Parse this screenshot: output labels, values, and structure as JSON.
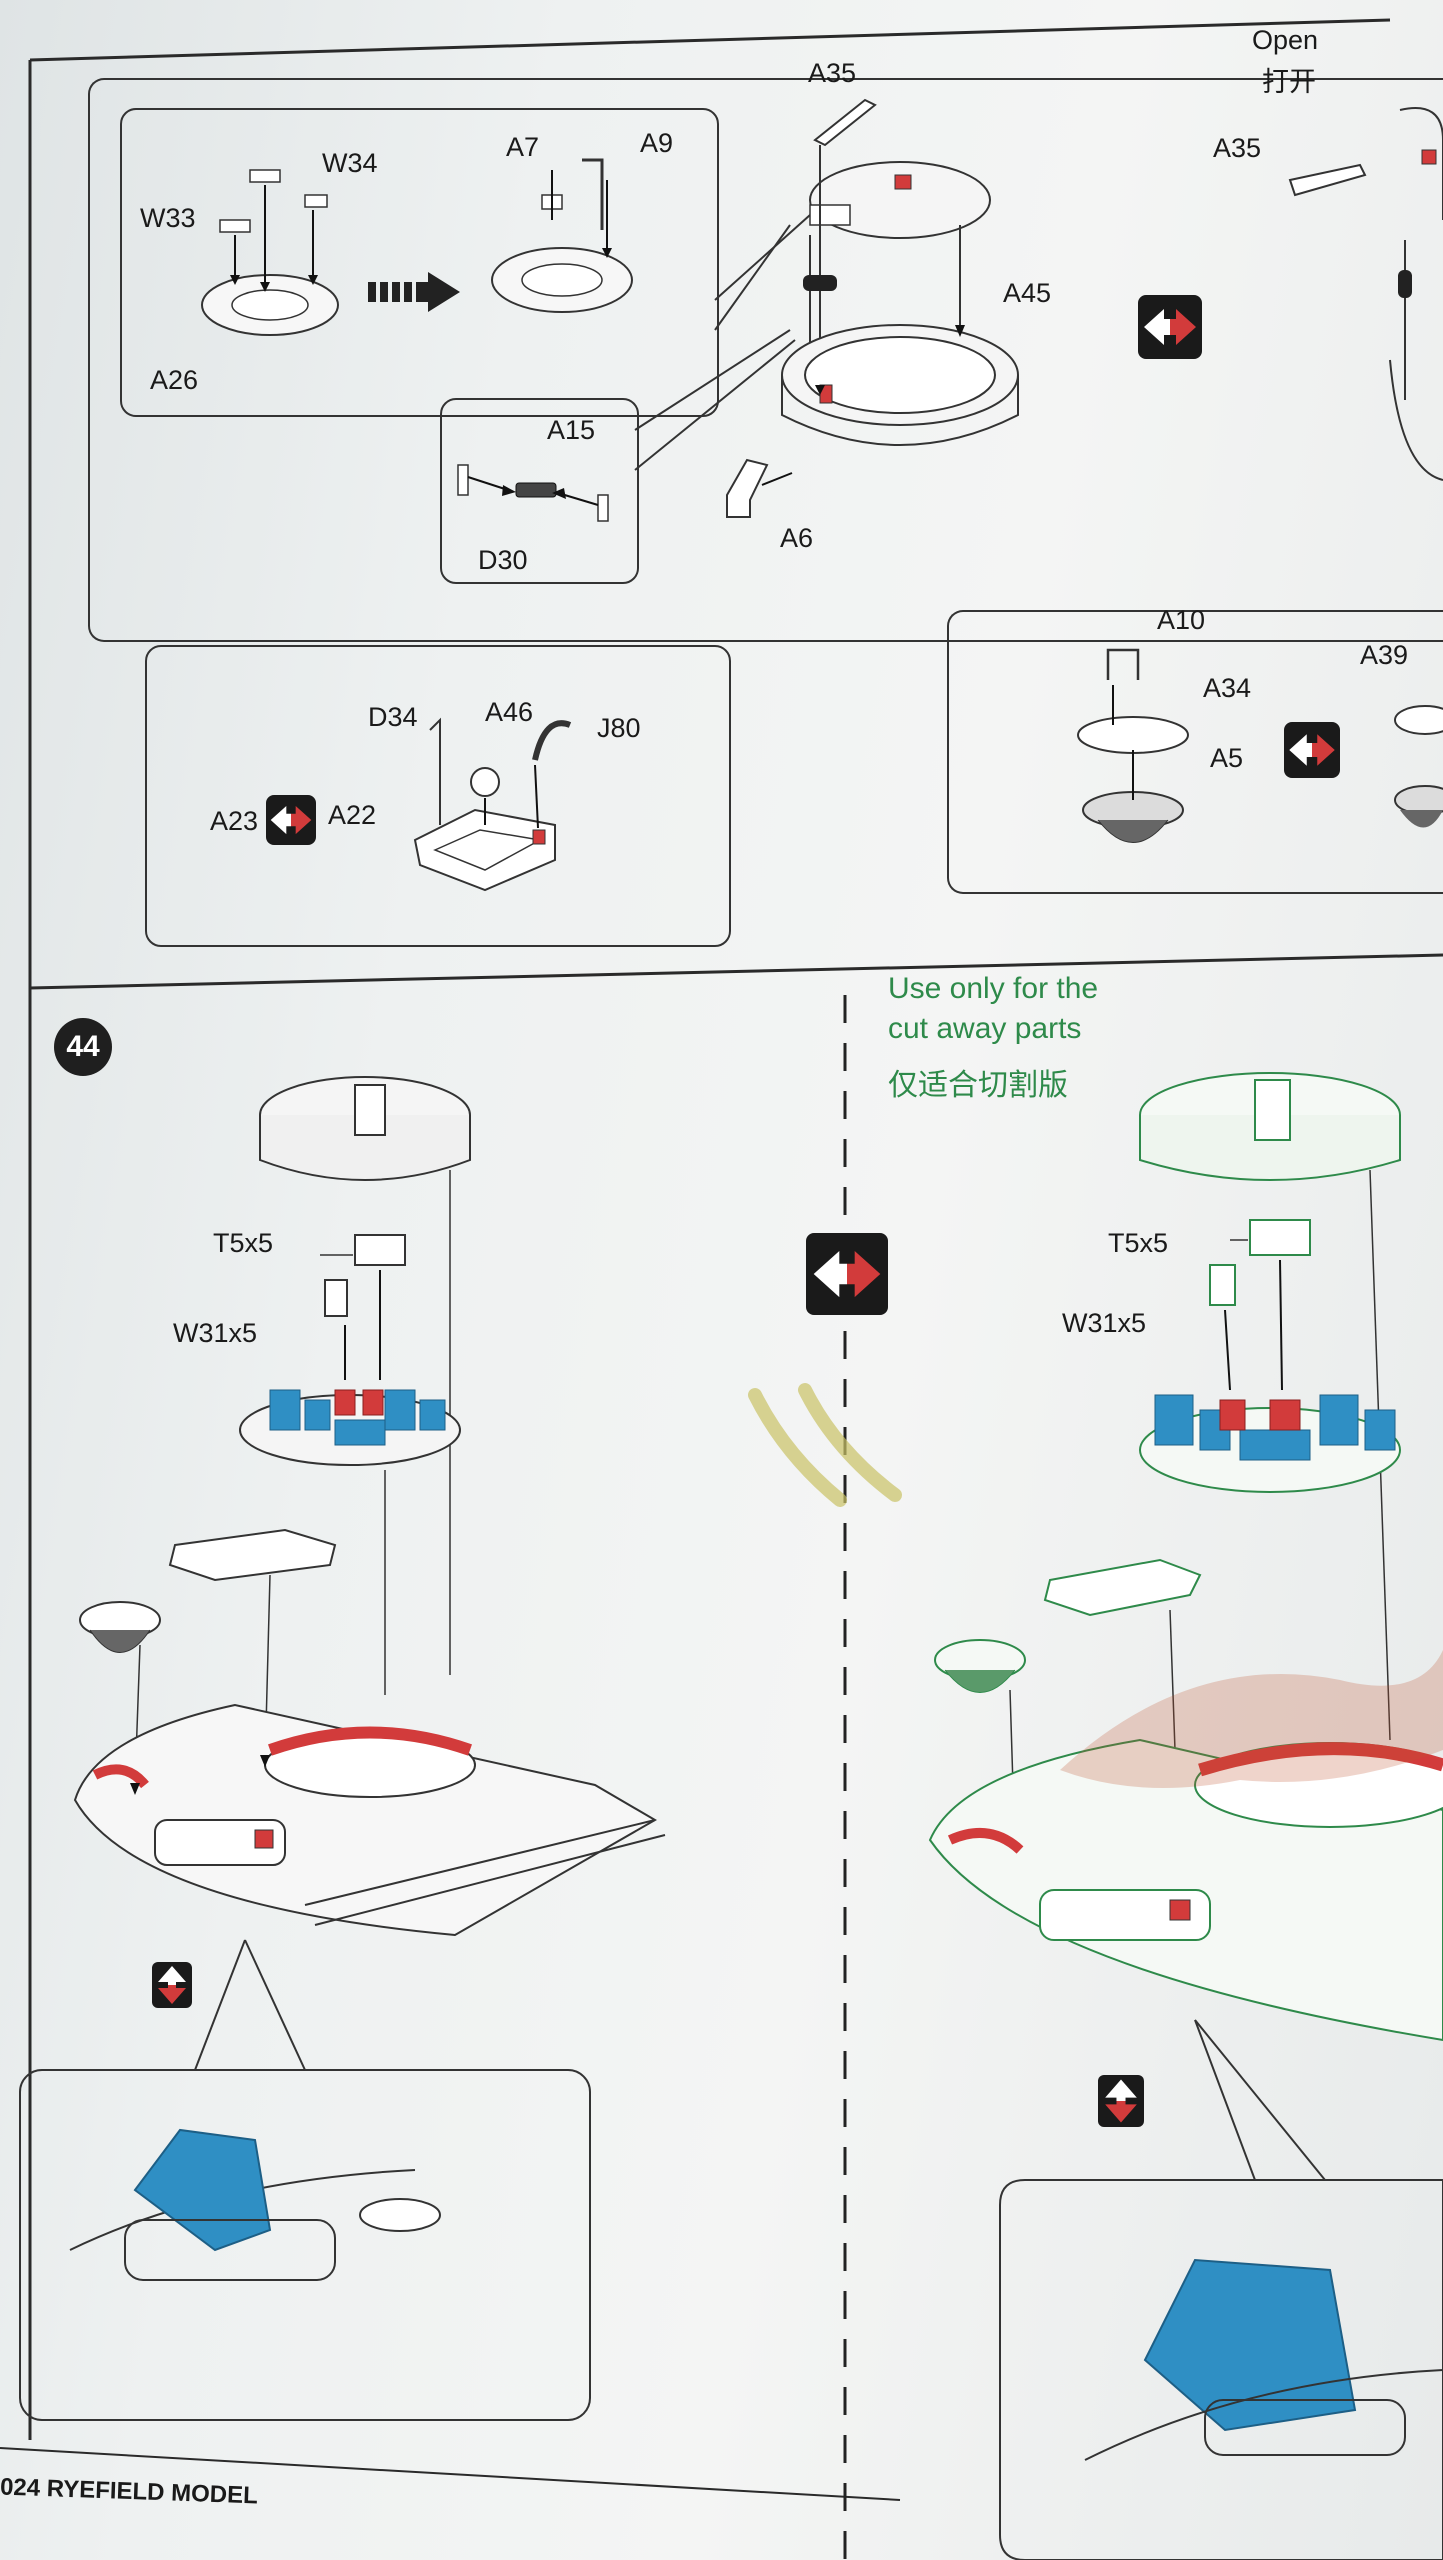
{
  "header": {
    "open_en": "Open",
    "open_zh": "打开"
  },
  "parts": {
    "w34": "W34",
    "w33": "W33",
    "a26": "A26",
    "a7": "A7",
    "a9": "A9",
    "a35_top": "A35",
    "a45": "A45",
    "a6": "A6",
    "a15": "A15",
    "d30": "D30",
    "a35_right": "A35",
    "d34": "D34",
    "a46": "A46",
    "j80": "J80",
    "a23": "A23",
    "a22": "A22",
    "a10": "A10",
    "a34": "A34",
    "a5": "A5",
    "a39": "A39"
  },
  "step": {
    "number": "44",
    "t5x5_left": "T5x5",
    "w31x5_left": "W31x5",
    "t5x5_right": "T5x5",
    "w31x5_right": "W31x5"
  },
  "note": {
    "line1": "Use only for the",
    "line2": "cut away parts",
    "zh": "仅适合切割版"
  },
  "footer": {
    "brand": "024 RYEFIELD MODEL"
  },
  "colors": {
    "accent_red": "#d23b3b",
    "part_blue": "#2f8fc4",
    "note_green": "#2e8a4a",
    "ink": "#1a1a1a"
  },
  "icons": [
    "swap-icon",
    "flip-icon",
    "arrow-icon"
  ]
}
